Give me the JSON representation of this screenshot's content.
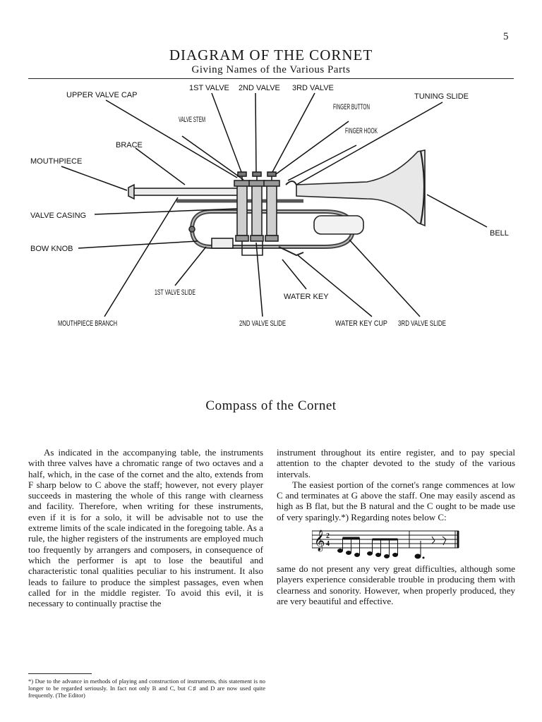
{
  "page": {
    "number": "5"
  },
  "header": {
    "title": "DIAGRAM OF THE CORNET",
    "subtitle": "Giving Names of the Various Parts"
  },
  "diagram": {
    "labels": {
      "upper_valve_cap": "UPPER VALVE CAP",
      "valve_1": "1ST VALVE",
      "valve_2": "2ND VALVE",
      "valve_3": "3RD VALVE",
      "tuning_slide": "TUNING SLIDE",
      "valve_stem": "VALVE STEM",
      "finger_button": "FINGER BUTTON",
      "finger_hook": "FINGER HOOK",
      "brace": "BRACE",
      "mouthpiece": "MOUTHPIECE",
      "valve_casing": "VALVE CASING",
      "bow_knob": "BOW KNOB",
      "bell": "BELL",
      "valve_1_slide": "1ST VALVE SLIDE",
      "water_key": "WATER KEY",
      "mouthpiece_branch": "MOUTHPIECE BRANCH",
      "valve_2_slide": "2ND VALVE SLIDE",
      "water_key_cup": "WATER KEY CUP",
      "valve_3_slide": "3RD VALVE SLIDE"
    }
  },
  "section": {
    "title": "Compass of the Cornet"
  },
  "body": {
    "left_paragraph": "As indicated in the accompanying table, the instruments with three valves have a chromatic range of two octaves and a half, which, in the case of the cornet and the alto, extends from F sharp below to C above the staff; however, not every player succeeds in mastering the whole of this range with clearness and facility. Therefore, when writing for these instruments, even if it is for a solo, it will be advisable not to use the extreme limits of the scale indicated in the foregoing table. As a rule, the higher registers of the instruments are employed much too frequently by arrangers and composers, in consequence of which the performer is apt to lose the beautiful and characteristic tonal qualities peculiar to his instrument. It also leads to failure to produce the simplest passages, even when called for in the middle register. To avoid this evil, it is necessary to continually practise the",
    "right_continuation": "instrument throughout its entire register, and to pay special attention to the chapter devoted to the study of the various intervals.",
    "right_paragraph": "The easiest portion of the cornet's range commences at low C and terminates at G above the staff. One may easily ascend as high as B flat, but the B natural and the C ought to be made use of very sparingly.*) Regarding notes below C:",
    "right_after_music": "same do not present any very great difficulties, although some players experience considerable trouble in producing them with clearness and sonority. However, when properly produced, they are very beautiful and effective."
  },
  "footnote": {
    "text": "*) Due to the advance in methods of playing and construction of instruments, this statement is no longer to be regarded seriously. In fact not only B and C, but C♯ and D are now used quite frequently. (The Editor)"
  }
}
